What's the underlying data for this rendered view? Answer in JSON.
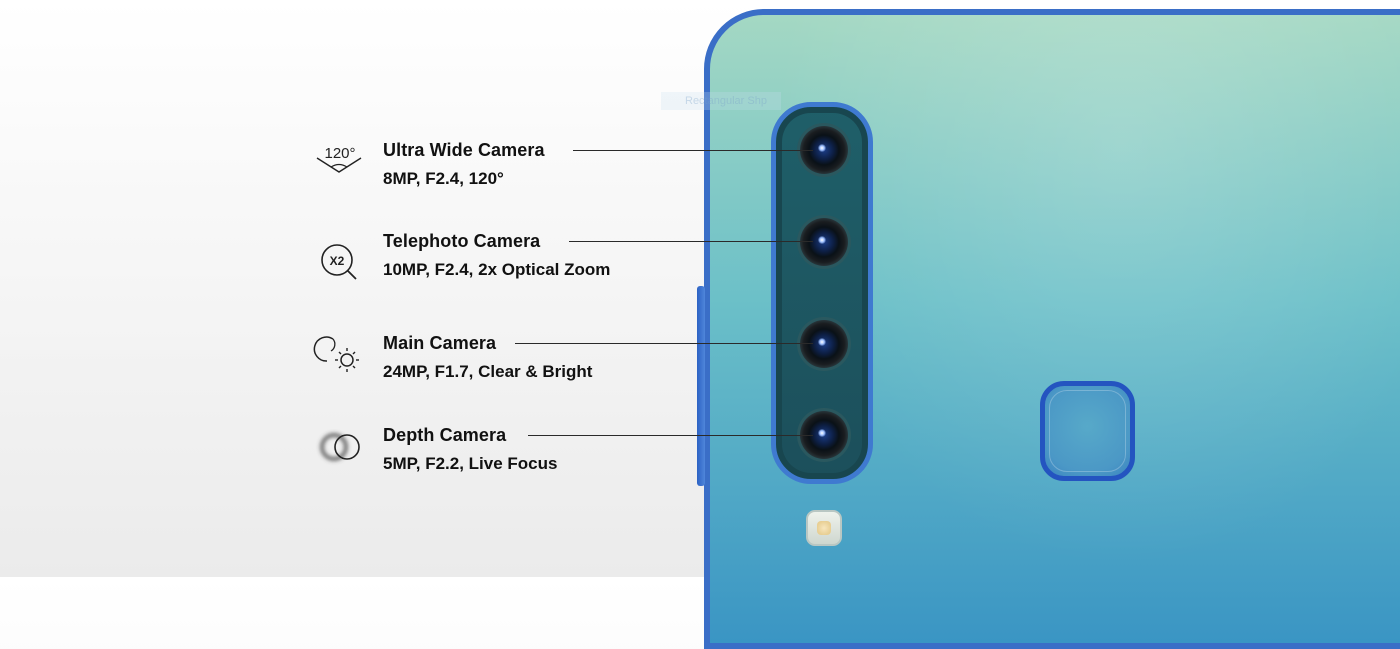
{
  "features": [
    {
      "icon": "ultra-wide-120-icon",
      "icon_text": "120°",
      "title": "Ultra Wide Camera",
      "spec": "8MP, F2.4, 120°"
    },
    {
      "icon": "zoom-x2-icon",
      "icon_text": "X2",
      "title": "Telephoto Camera",
      "spec": "10MP, F2.4, 2x Optical Zoom"
    },
    {
      "icon": "brightness-icon",
      "title": "Main Camera",
      "spec": "24MP, F1.7, Clear & Bright"
    },
    {
      "icon": "live-focus-icon",
      "title": "Depth Camera",
      "spec": "5MP, F2.2, Live Focus"
    }
  ],
  "phone": {
    "ghost_label": "Rectangular Shp",
    "colors": {
      "body_top": "#a4d8c3",
      "body_bottom": "#3a95c4",
      "frame": "#3a6ec7",
      "module": "#1f5f69"
    }
  }
}
